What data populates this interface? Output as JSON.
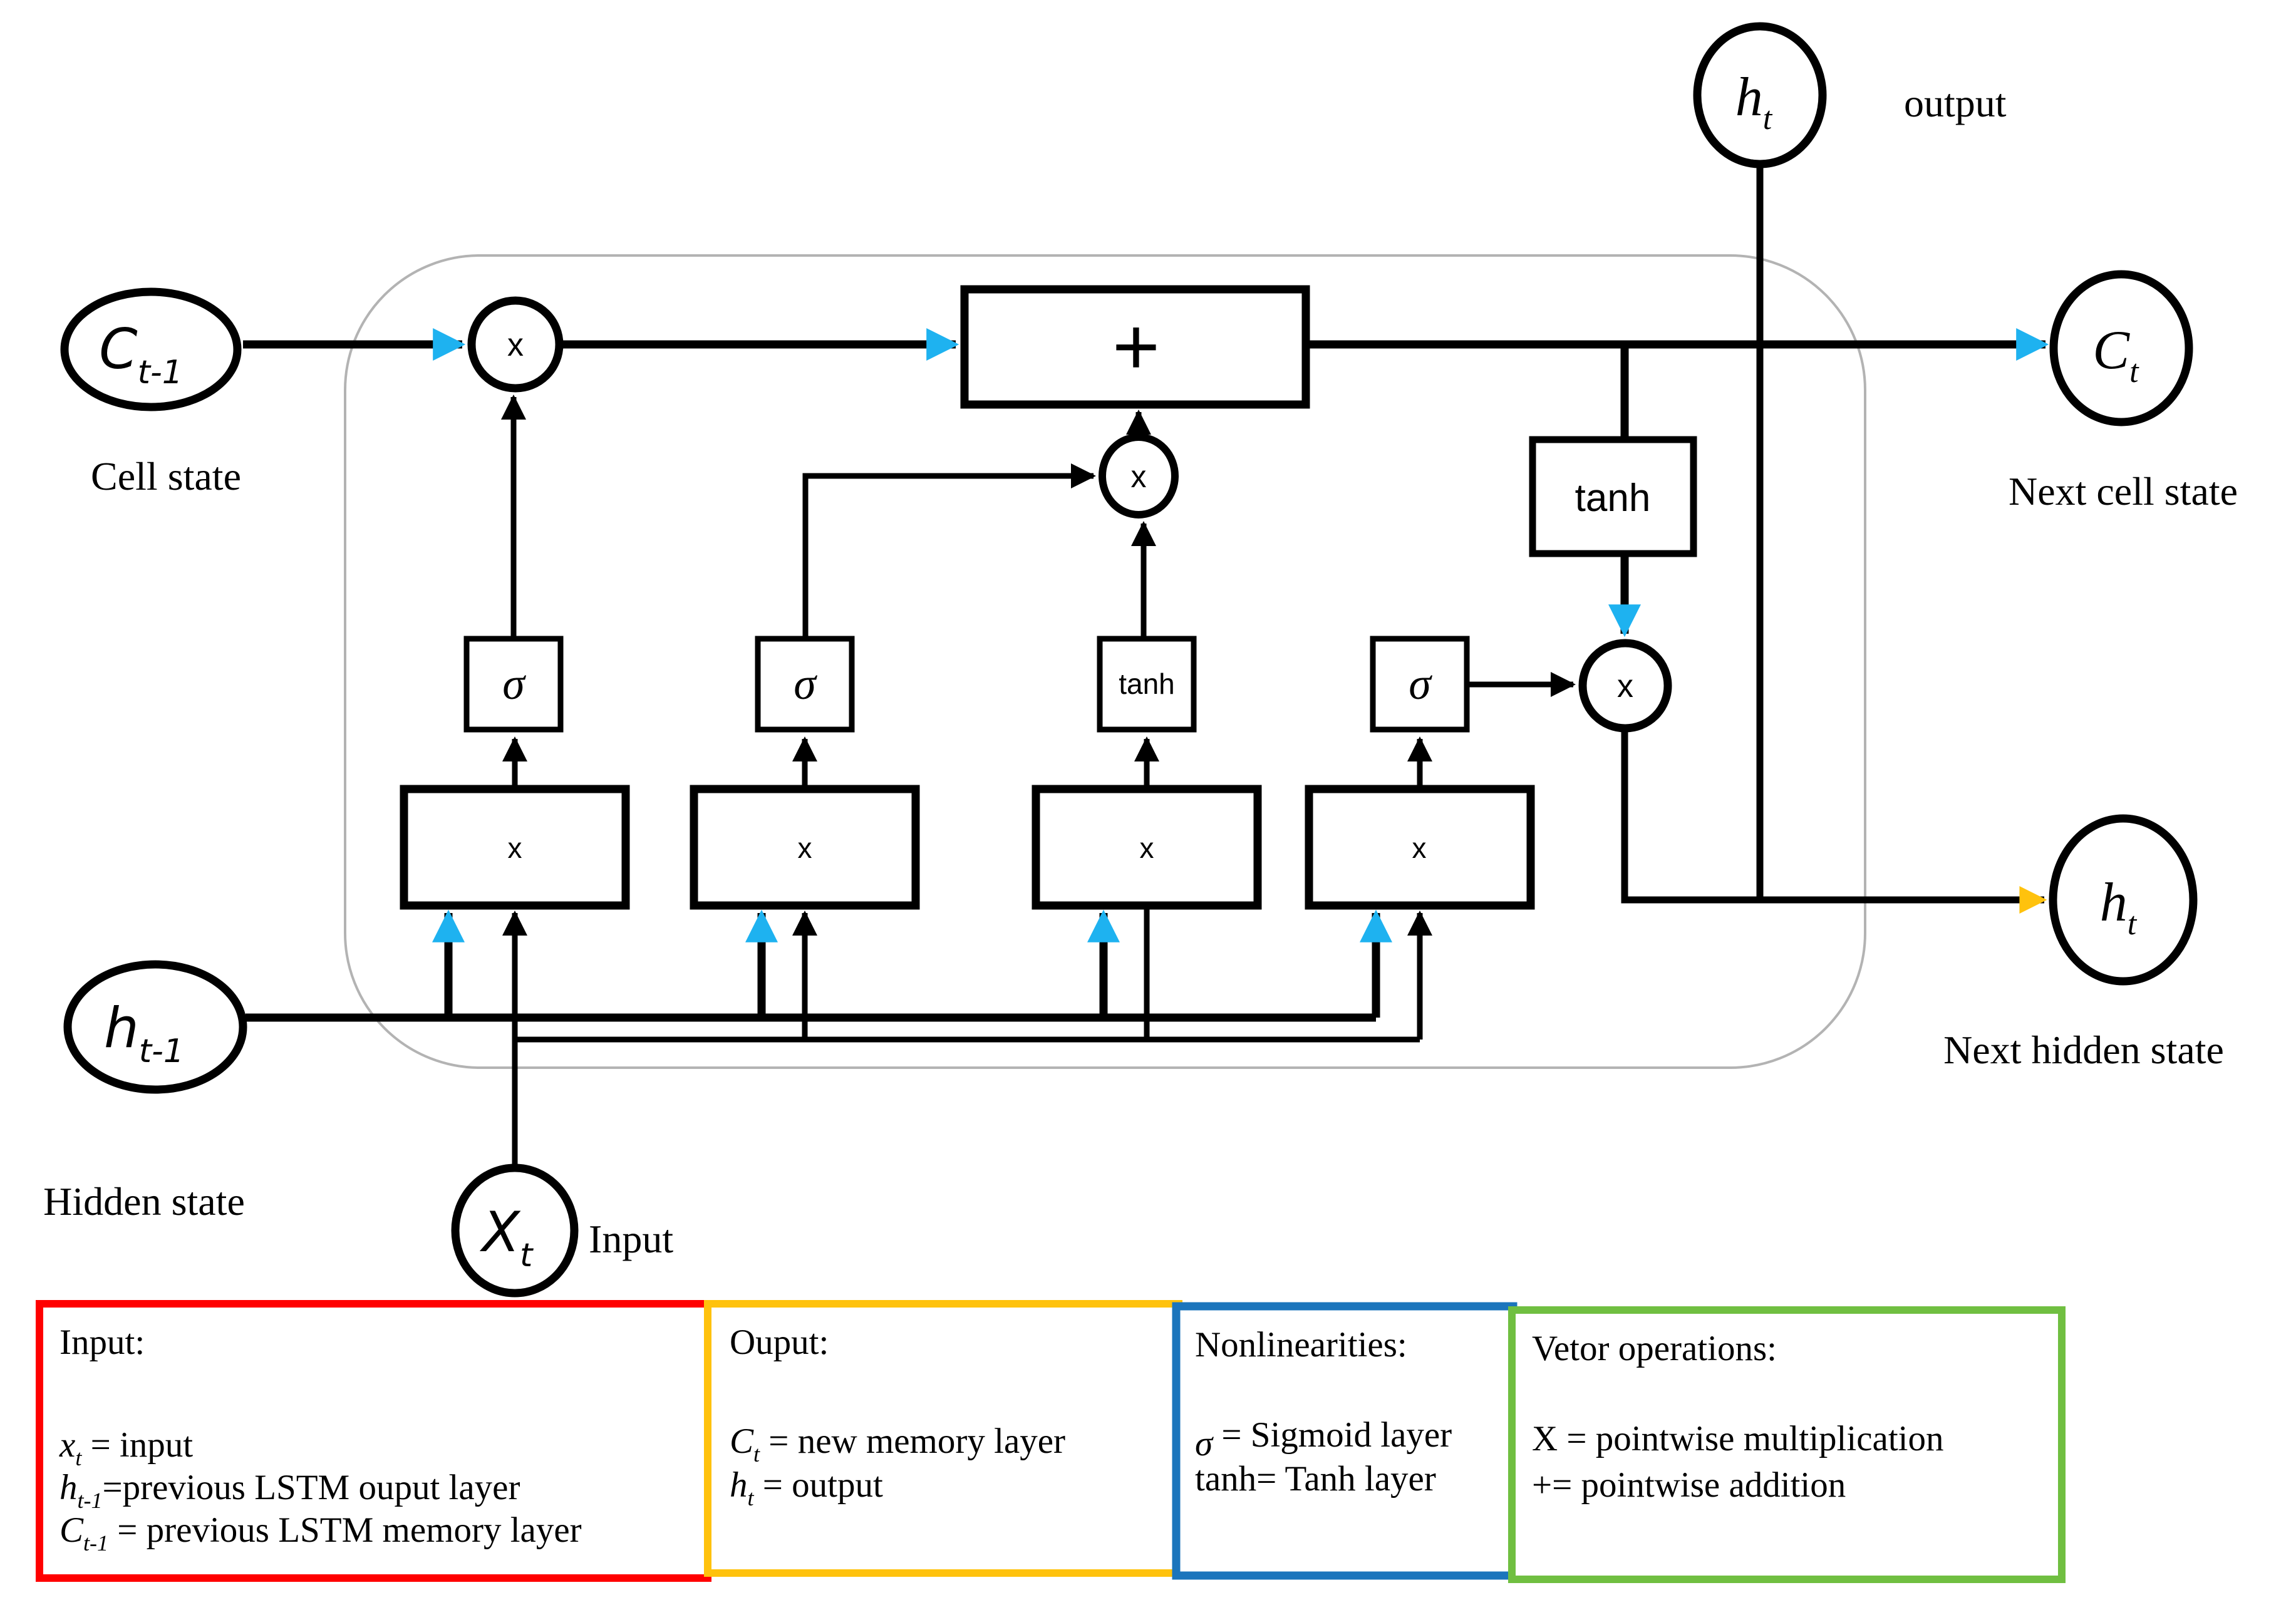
{
  "colors": {
    "signal_blue": "#1EB2F0",
    "signal_yellow": "#FFC20D",
    "legend_red": "#FF0000",
    "legend_yellow": "#FFC20D",
    "legend_blue": "#1B75BC",
    "legend_green": "#70BF41",
    "cell_border_gray": "#B3B3B3",
    "black": "#000000"
  },
  "nodes": {
    "prev_cell": {
      "main": "C",
      "sub": "t-1",
      "caption": "Cell state"
    },
    "prev_hidden": {
      "main": "h",
      "sub": "t-1",
      "caption": "Hidden state"
    },
    "input": {
      "main": "X",
      "sub": "t",
      "caption": "Input"
    },
    "output": {
      "main": "h",
      "sub": "t",
      "caption": "output"
    },
    "next_cell": {
      "main": "C",
      "sub": "t",
      "caption": "Next cell state"
    },
    "next_hidden": {
      "main": "h",
      "sub": "t",
      "caption": "Next hidden state"
    }
  },
  "ops": {
    "multiply": "x",
    "add": "+",
    "sigma": "σ",
    "tanh": "tanh"
  },
  "legend": {
    "boxes": [
      {
        "title": "Input:",
        "border_color": "#FF0000",
        "lines": [
          {
            "sym": "x",
            "sub": "t",
            "rest": " = input"
          },
          {
            "sym": "h",
            "sub": "t-1",
            "rest": "=previous LSTM ouput layer"
          },
          {
            "sym": "C",
            "sub": "t-1",
            "rest": " = previous LSTM memory layer"
          }
        ]
      },
      {
        "title": "Ouput:",
        "border_color": "#FFC20D",
        "lines": [
          {
            "sym": "C",
            "sub": "t",
            "rest": " = new memory layer"
          },
          {
            "sym": "h",
            "sub": "t",
            "rest": " = output"
          }
        ]
      },
      {
        "title": "Nonlinearities:",
        "border_color": "#1B75BC",
        "lines": [
          {
            "sym": "σ",
            "sub": "",
            "rest": " = Sigmoid layer"
          },
          {
            "sym": "",
            "sub": "",
            "rest": "tanh= Tanh layer"
          }
        ]
      },
      {
        "title": "Vetor operations:",
        "border_color": "#70BF41",
        "lines": [
          {
            "sym": "",
            "sub": "",
            "rest": "X = pointwise multiplication"
          },
          {
            "sym": "",
            "sub": "",
            "rest": "+= pointwise addition"
          }
        ]
      }
    ]
  }
}
